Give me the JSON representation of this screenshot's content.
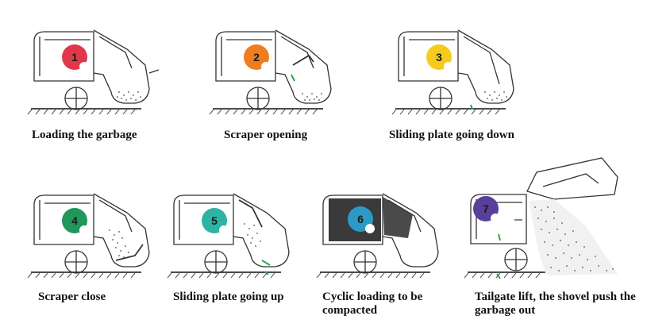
{
  "steps": [
    {
      "number": "1",
      "caption": "Loading the garbage",
      "color": "#e0384a"
    },
    {
      "number": "2",
      "caption": "Scraper opening",
      "color": "#ef7d1f"
    },
    {
      "number": "3",
      "caption": "Sliding plate going down",
      "color": "#f5cc1e"
    },
    {
      "number": "4",
      "caption": "Scraper close",
      "color": "#21985a"
    },
    {
      "number": "5",
      "caption": "Sliding plate going up",
      "color": "#2fb3a4"
    },
    {
      "number": "6",
      "caption": "Cyclic loading to be compacted",
      "color": "#2b9ac4"
    },
    {
      "number": "7",
      "caption": "Tailgate lift, the shovel push the garbage out",
      "color": "#5a3f9a"
    }
  ]
}
